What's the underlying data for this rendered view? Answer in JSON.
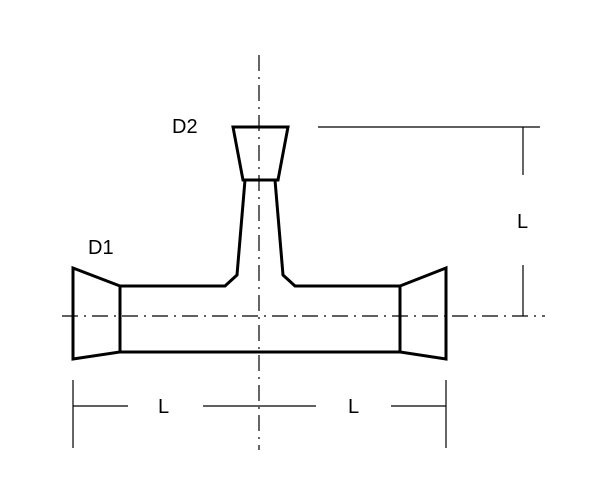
{
  "labels": {
    "d1": "D1",
    "d2": "D2",
    "length_vertical": "L",
    "length_left": "L",
    "length_right": "L"
  },
  "colors": {
    "line": "#000000",
    "background": "#ffffff"
  }
}
